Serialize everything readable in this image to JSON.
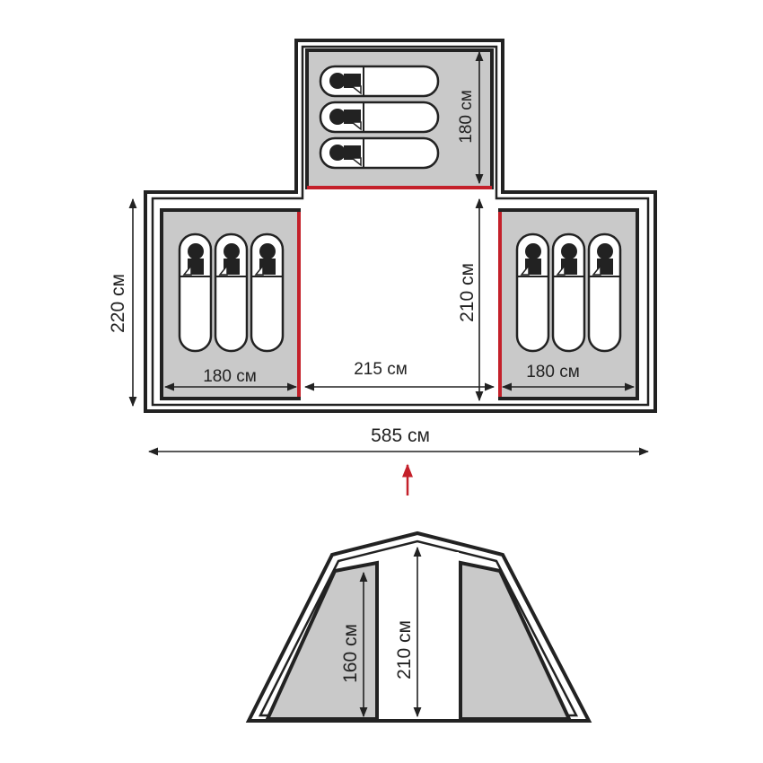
{
  "floorplan": {
    "overall_width": "585 см",
    "side_depth": "220 см",
    "left_room_width": "180 см",
    "vestibule_width": "215 см",
    "right_room_width": "180 см",
    "vestibule_depth": "210 см",
    "top_room_length": "180 см"
  },
  "elevation": {
    "side_height": "160 см",
    "center_height": "210 см"
  },
  "colors": {
    "outline": "#222222",
    "room_fill": "#c9c9c9",
    "door": "#c4202a",
    "entrance_arrow": "#c4202a"
  },
  "icons": {
    "sleeping_bag": "sleeping-bag-icon",
    "entrance": "arrow-up-icon"
  }
}
